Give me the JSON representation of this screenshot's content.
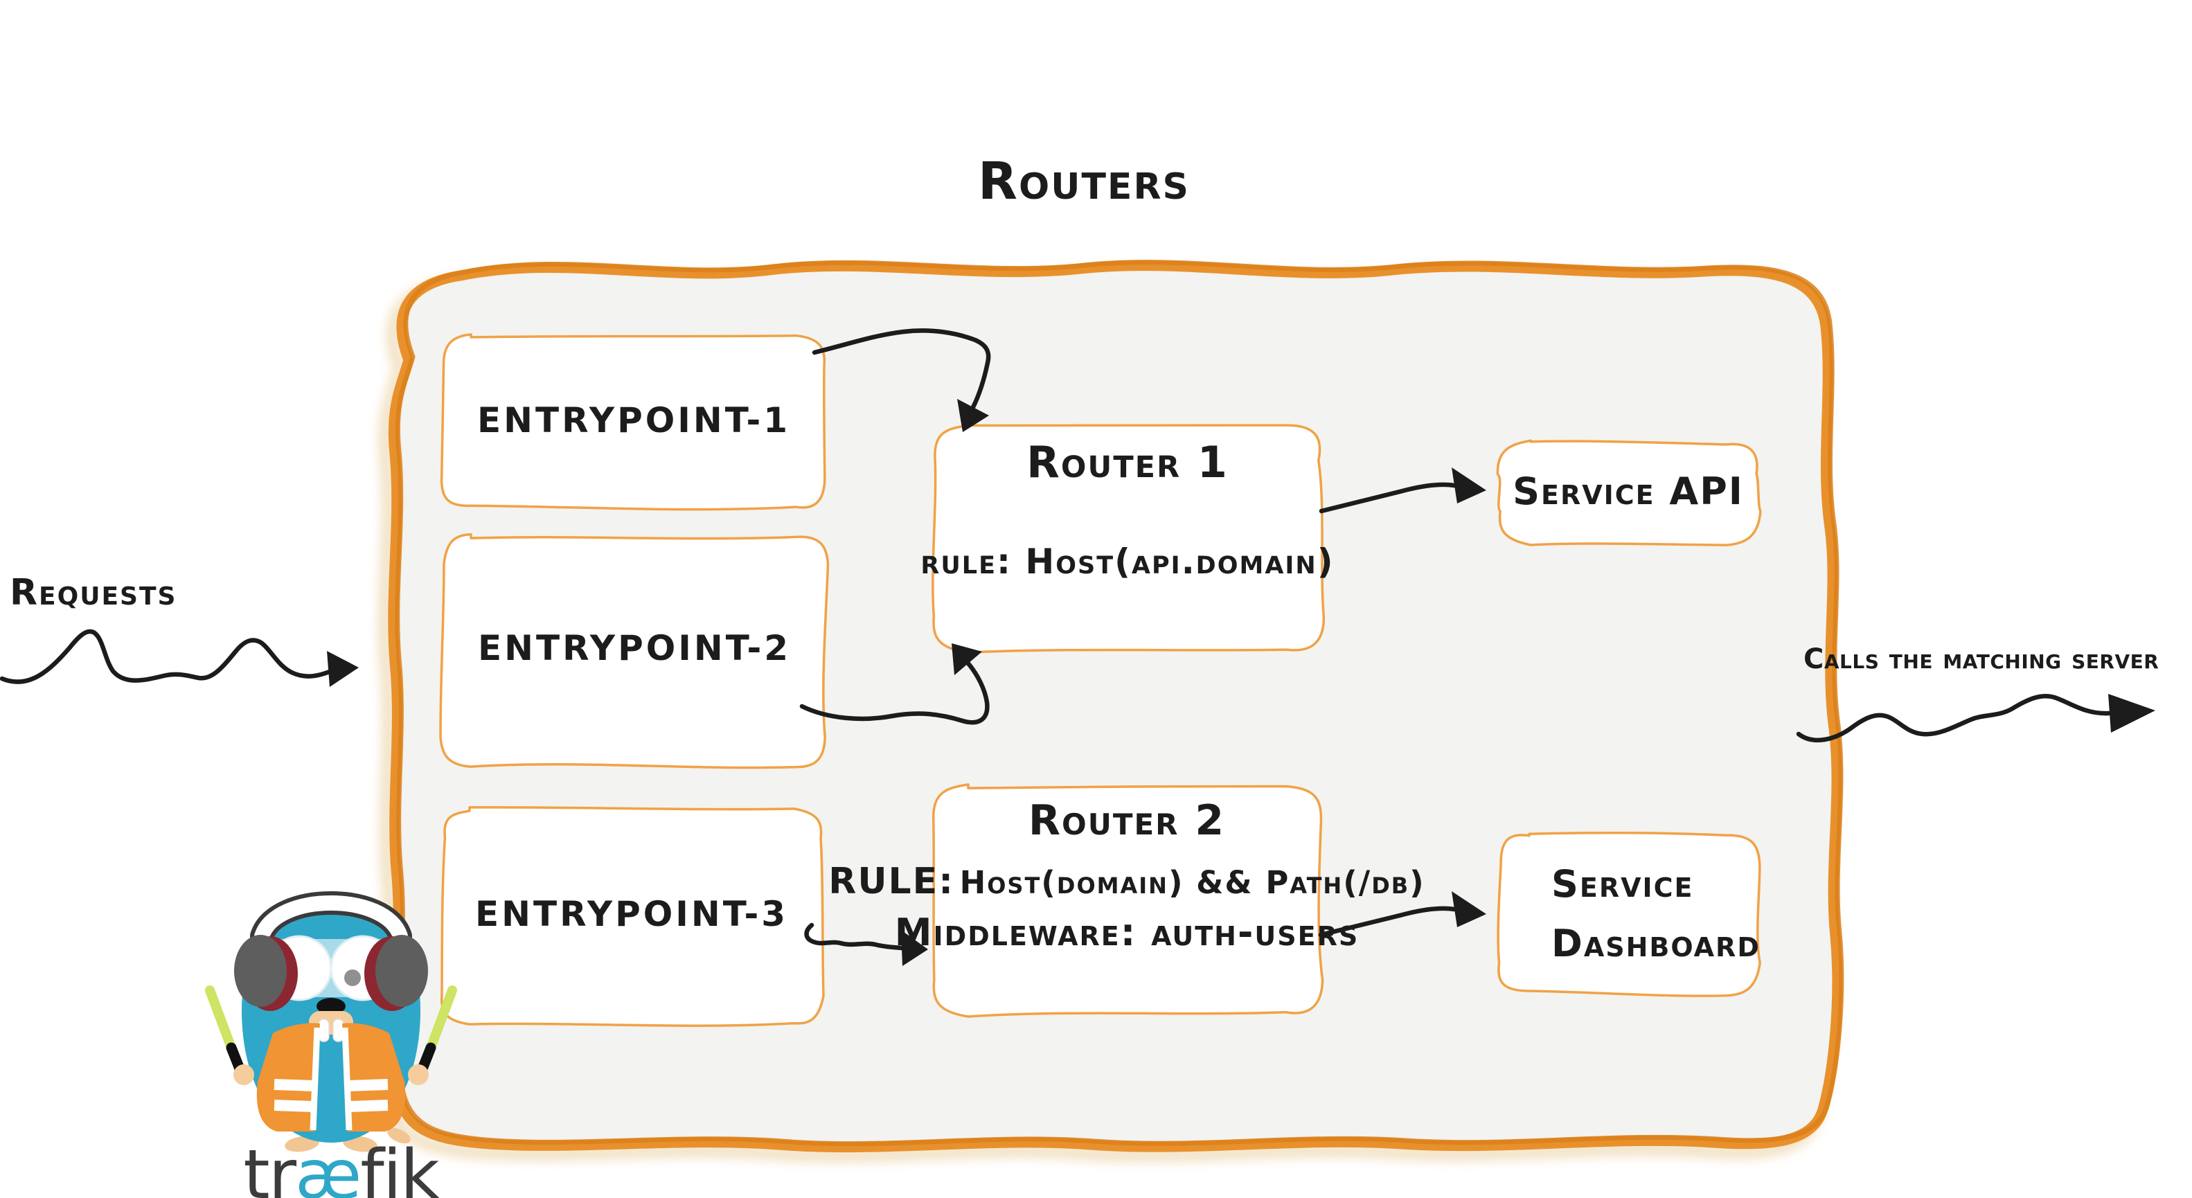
{
  "title": "Routers",
  "side_labels": {
    "requests": "Requests",
    "calls_server": "Calls the matching server"
  },
  "entrypoints": [
    {
      "label": "entrypoint-1"
    },
    {
      "label": "entrypoint-2"
    },
    {
      "label": "entrypoint-3"
    }
  ],
  "routers": [
    {
      "name": "Router 1",
      "rule": "rule: Host(api.domain)"
    },
    {
      "name": "Router 2",
      "rule_label": "RULE:",
      "rule_value": "Host(domain) && Path(/db)",
      "middleware": "Middleware: auth-users"
    }
  ],
  "services": [
    {
      "label": "Service API"
    },
    {
      "line1": "Service",
      "line2": "Dashboard"
    }
  ],
  "logo": {
    "part1": "tr",
    "part2": "æ",
    "part3": "fik"
  },
  "colors": {
    "border_orange": "#E8912C",
    "border_orange_dark": "#DB7F1A",
    "box_border": "#F0A246",
    "panel_bg": "#F3F3F1",
    "ink": "#1C1C1C",
    "gopher_blue": "#2FA7C8",
    "goggle_blue": "#BDE3F0",
    "vest_orange": "#F09434",
    "stick_green": "#CDE464",
    "skin_tan": "#F5CD9D",
    "cup_gray": "#5E5E5E",
    "cup_red": "#8C2731",
    "cream_shadow": "#F0DBB8",
    "wordmark_gray": "#3C3C3C"
  }
}
